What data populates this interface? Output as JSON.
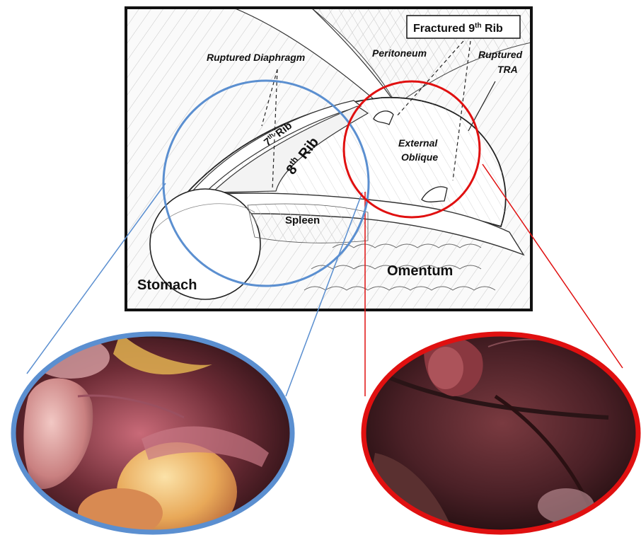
{
  "labels": {
    "ruptured_diaphragm": "Ruptured Diaphragm",
    "peritoneum": "Peritoneum",
    "fractured_rib": "Fractured 9",
    "fractured_rib_sup": "th",
    "fractured_rib_tail": " Rib",
    "ruptured_tra_line1": "Ruptured",
    "ruptured_tra_line2": "TRA",
    "rib7": "7",
    "rib7_sup": "th",
    "rib7_tail": " Rib",
    "rib8": "8",
    "rib8_sup": "th",
    "rib8_tail": " Rib",
    "external_oblique_line1": "External",
    "external_oblique_line2": "Oblique",
    "spleen": "Spleen",
    "stomach": "Stomach",
    "omentum": "Omentum"
  },
  "colors": {
    "blue_circle": "#5b8fd0",
    "red_circle": "#e01010",
    "frame": "#111111",
    "tissue_dark": "#5a2a30",
    "tissue_fat": "#e8b060"
  }
}
